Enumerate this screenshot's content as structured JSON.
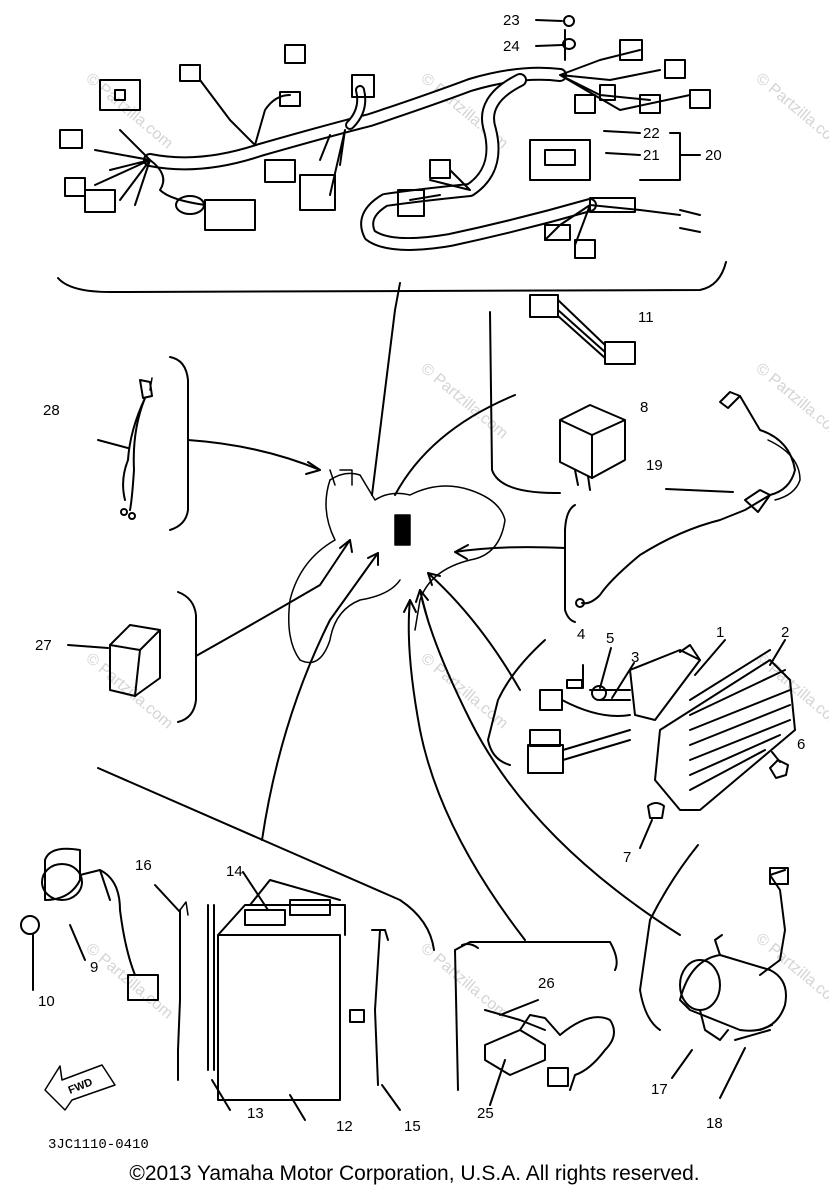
{
  "watermark": "© Partzilla.com",
  "drawing_code": "3JC1110-0410",
  "fwd_label": "FWD",
  "copyright": "©2013 Yamaha Motor Corporation, U.S.A. All rights reserved.",
  "parts": {
    "p1": "1",
    "p2": "2",
    "p3": "3",
    "p4": "4",
    "p5": "5",
    "p6": "6",
    "p7": "7",
    "p8": "8",
    "p9": "9",
    "p10": "10",
    "p11": "11",
    "p12": "12",
    "p13": "13",
    "p14": "14",
    "p15": "15",
    "p16": "16",
    "p17": "17",
    "p18": "18",
    "p19": "19",
    "p20": "20",
    "p21": "21",
    "p22": "22",
    "p23": "23",
    "p24": "24",
    "p25": "25",
    "p26": "26",
    "p27": "27",
    "p28": "28"
  }
}
